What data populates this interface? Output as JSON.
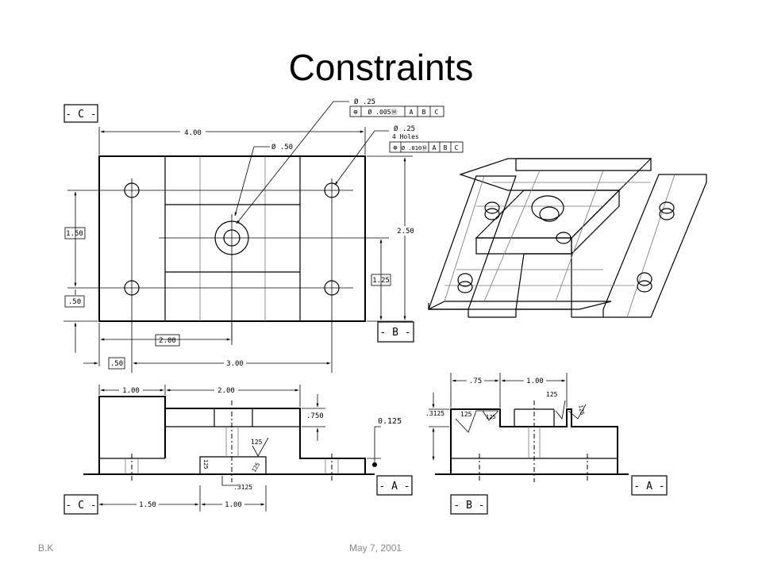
{
  "slide": {
    "title": "Constraints",
    "footer_left": "B.K",
    "footer_date": "May 7, 2001"
  },
  "datums": {
    "c_top": "- C -",
    "b_right": "- B -",
    "a_front": "- A -",
    "c_bottom": "- C -",
    "a_side": "- A -",
    "b_side": "- B -"
  },
  "dims": {
    "width_top": "4.00",
    "hole_center_dia": "Ø .25",
    "hole_center_fcf_sym": "⊕",
    "hole_center_fcf_tol": "Ø .005Ⓜ",
    "hole_center_fcf_a": "A",
    "hole_center_fcf_b": "B",
    "hole_center_fcf_c": "C",
    "cbore_dia": "Ø .50",
    "holes4_dia": "Ø .25",
    "holes4_count": "4 Holes",
    "holes4_fcf_sym": "⊕",
    "holes4_fcf_tol": "Ø .010Ⓜ",
    "holes4_fcf_a": "A",
    "holes4_fcf_b": "B",
    "holes4_fcf_c": "C",
    "height_right": "2.50",
    "hole_spacing_v": "1.50",
    "offset_left": ".50",
    "center_from_b": "1.25",
    "center_from_c": "2.00",
    "bottom_left": ".50",
    "hole_spacing_h": "3.00",
    "front_w1": "1.00",
    "front_w2": "2.00",
    "front_h1": ".750",
    "thickness_note": "0.125",
    "front_rough1": "125",
    "front_rough2": "125",
    "front_rough3": "125",
    "front_slot": ".3125",
    "bottom_dim1": "1.50",
    "bottom_dim2": "1.00",
    "side_w1": ".75",
    "side_w2": "1.00",
    "side_rough1": "125",
    "side_rough2": "125",
    "side_rough3": "125",
    "side_rough4": "125",
    "side_h1": ".3125"
  }
}
